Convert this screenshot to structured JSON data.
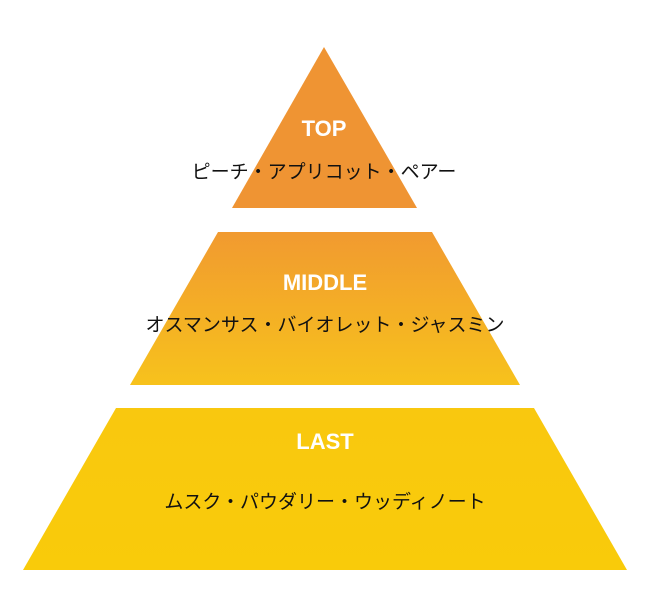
{
  "tiers": [
    {
      "title": "TOP",
      "notes": "ピーチ・アプリコット・ペアー",
      "color_top": "#EF9433",
      "color_bottom": "#EF9433"
    },
    {
      "title": "MIDDLE",
      "notes": "オスマンサス・バイオレット・ジャスミン",
      "color_top": "#F19A30",
      "color_bottom": "#F7C21C"
    },
    {
      "title": "LAST",
      "notes": "ムスク・パウダリー・ウッディノート",
      "color_top": "#F9C80F",
      "color_bottom": "#F9CB0A"
    }
  ]
}
